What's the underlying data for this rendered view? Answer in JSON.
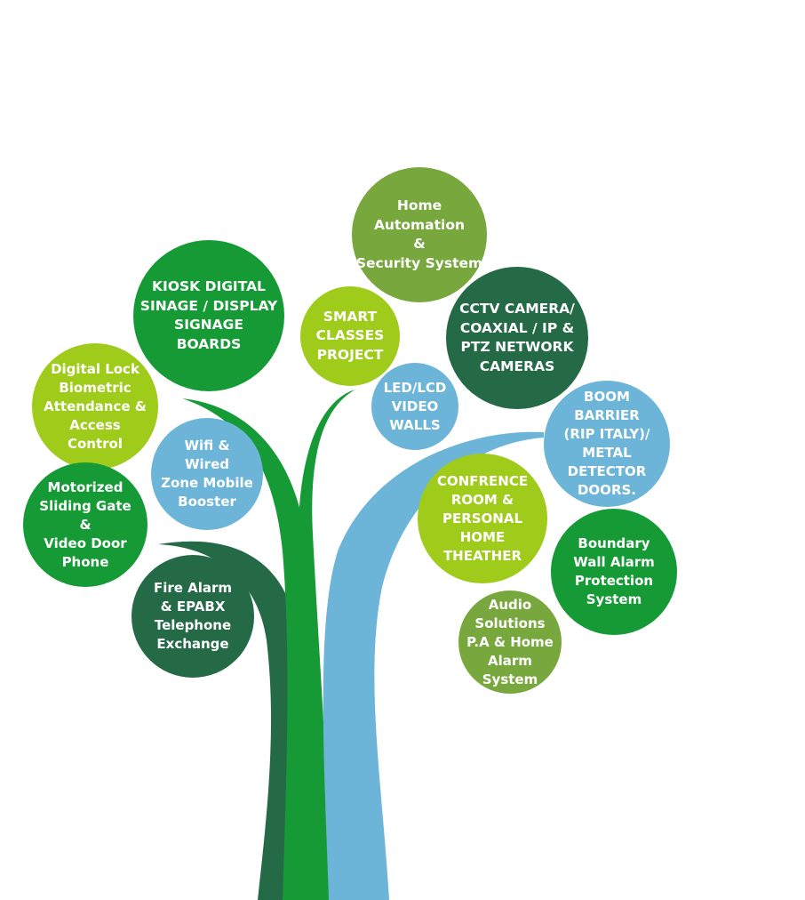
{
  "colors": {
    "dark_green": "#246a47",
    "green": "#159a36",
    "olive": "#78a83d",
    "lime": "#9fcb1b",
    "blue": "#6db5d8"
  },
  "bubbles": {
    "home_automation": {
      "text": "Home\nAutomation\n&\nSecurity System",
      "color": "olive"
    },
    "kiosk": {
      "text": "KIOSK DIGITAL\nSINAGE / DISPLAY\nSIGNAGE\nBOARDS",
      "color": "green"
    },
    "smart_classes": {
      "text": "SMART\nCLASSES\nPROJECT",
      "color": "lime"
    },
    "cctv": {
      "text": "CCTV CAMERA/\nCOAXIAL / IP &\nPTZ NETWORK\nCAMERAS",
      "color": "dark_green"
    },
    "digital_lock": {
      "text": "Digital Lock\nBiometric\nAttendance &\nAccess\nControl",
      "color": "lime"
    },
    "led_lcd": {
      "text": "LED/LCD\nVIDEO\nWALLS",
      "color": "blue"
    },
    "boom_barrier": {
      "text": "BOOM\nBARRIER\n(RIP ITALY)/\nMETAL\nDETECTOR\nDOORS.",
      "color": "blue"
    },
    "wifi": {
      "text": "Wifi &\nWired\nZone Mobile\nBooster",
      "color": "blue"
    },
    "motorized_gate": {
      "text": "Motorized\nSliding Gate\n&\nVideo Door\nPhone",
      "color": "green"
    },
    "conference_room": {
      "text": "CONFRENCE\nROOM &\nPERSONAL\nHOME\nTHEATHER",
      "color": "lime"
    },
    "boundary_wall": {
      "text": "Boundary\nWall Alarm\nProtection\nSystem",
      "color": "green"
    },
    "fire_alarm": {
      "text": "Fire Alarm\n& EPABX\nTelephone\nExchange",
      "color": "dark_green"
    },
    "audio_solutions": {
      "text": "Audio\nSolutions\nP.A & Home\nAlarm\nSystem",
      "color": "olive"
    }
  }
}
